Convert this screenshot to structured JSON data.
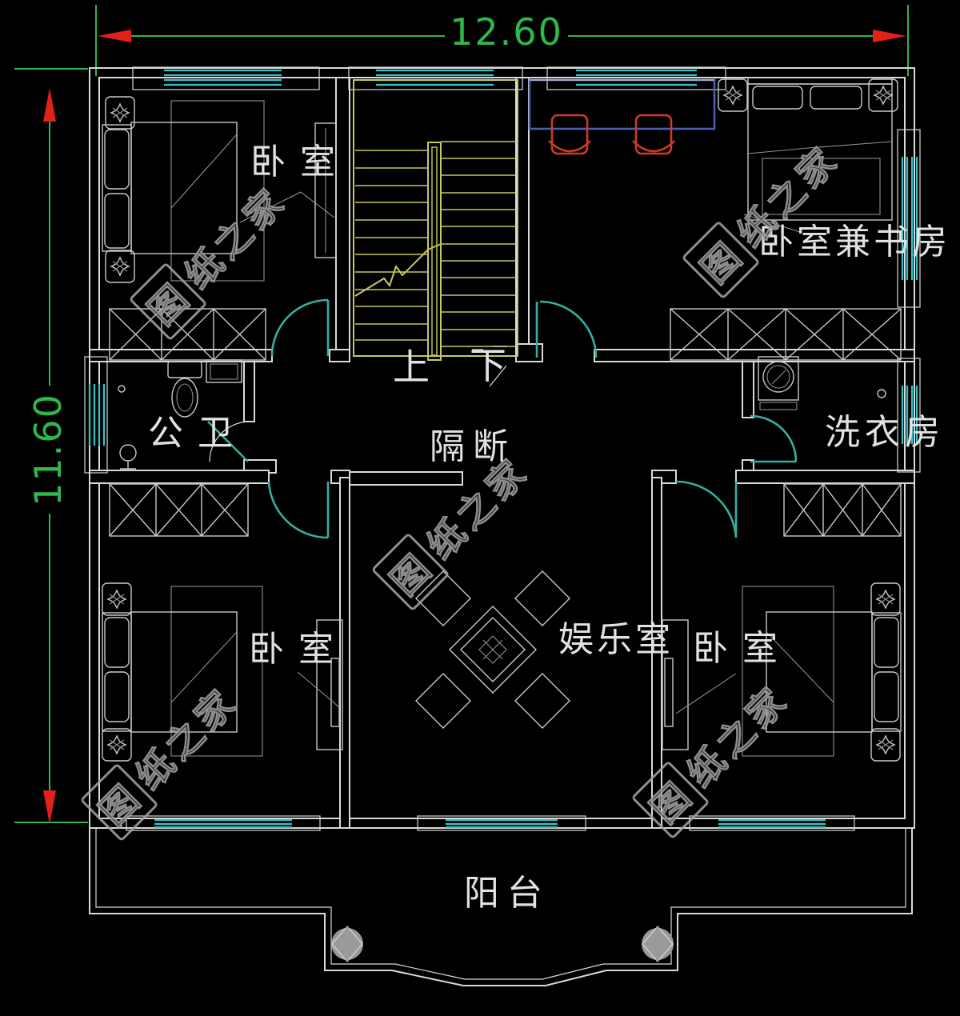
{
  "drawing": {
    "type": "floor-plan",
    "dimensions": {
      "width_label": "12.60",
      "height_label": "11.60"
    },
    "rooms": {
      "bedroom_top_left": "卧室",
      "bedroom_study": "卧室兼书房",
      "bathroom": "公卫",
      "laundry": "洗衣房",
      "partition": "隔断",
      "stairs_up": "上",
      "stairs_down": "下",
      "entertainment": "娱乐室",
      "bedroom_bottom_left": "卧室",
      "bedroom_bottom_right": "卧室",
      "balcony": "阳台"
    },
    "watermark": {
      "boxed_char": "图",
      "rest": "纸之家",
      "full": "图纸之家"
    },
    "colors": {
      "background": "#000000",
      "wall": "#d9d9d9",
      "furniture": "#c9c9c9",
      "window": "#38c3c9",
      "door": "#35b0a0",
      "stair": "#c8c85e",
      "dimension": "#2db84b",
      "arrow": "#e32119",
      "desk": "#4a5fae",
      "chair": "#cf3a23",
      "label": "#e2e2e2",
      "watermark": "#a0a0a0"
    }
  }
}
